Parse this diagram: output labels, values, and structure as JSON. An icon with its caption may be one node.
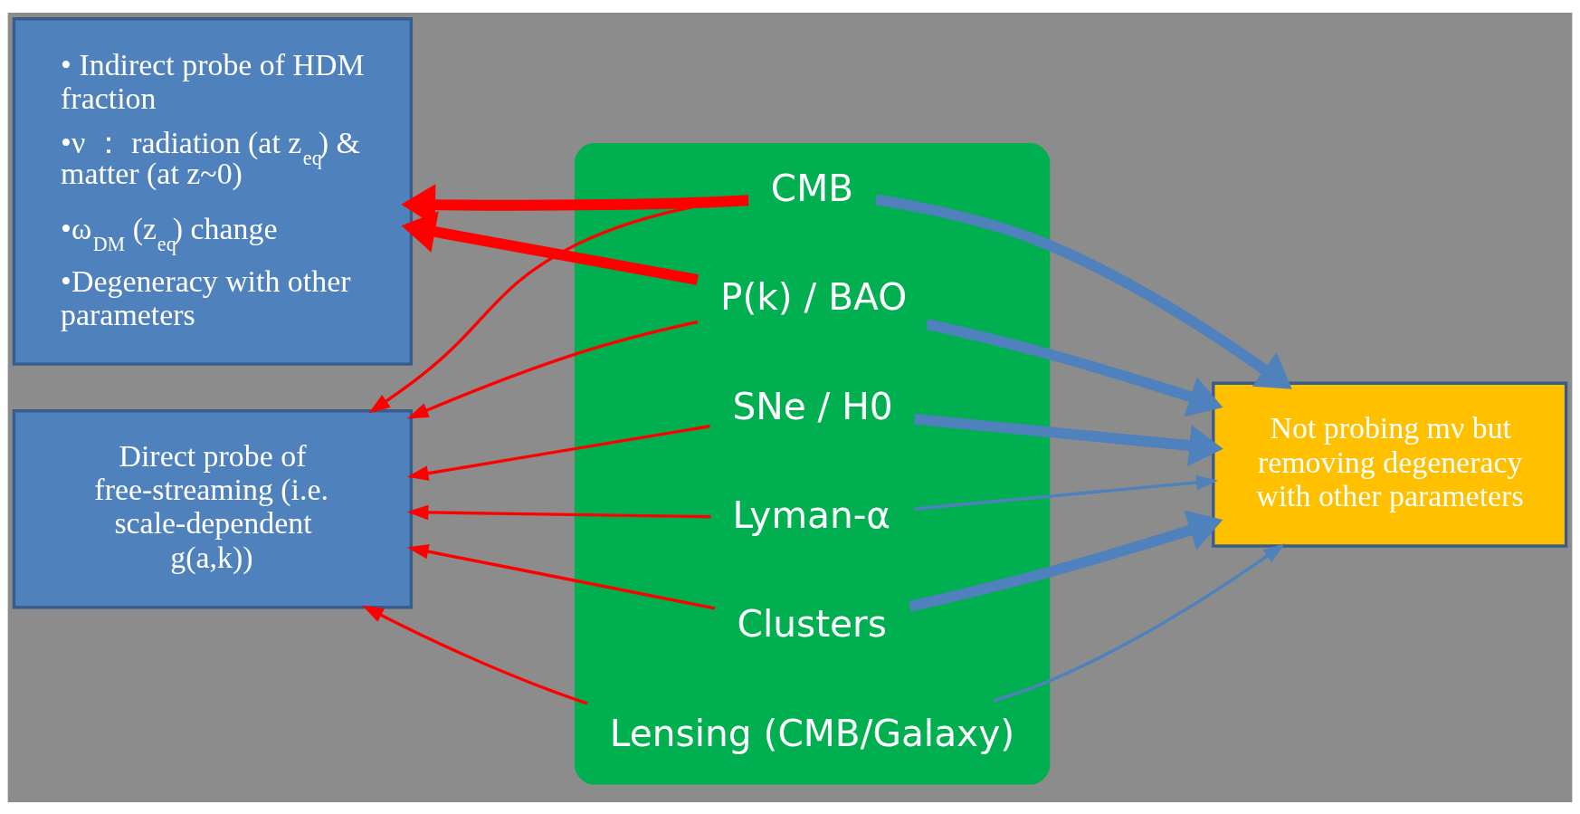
{
  "diagram": {
    "nodes": [
      {
        "text": [
          "• Indirect probe of HDM fraction",
          "•ν ： radiation (at z$_{eq}$) & matter (at z~0)",
          "•ω$_{DM}$ (z$_{eq}$) change",
          "•Degeneracy with other parameters"
        ]
      },
      {
        "text": [
          "Direct probe of free-streaming (i.e. scale-dependent g(a,k))"
        ]
      },
      {
        "text": [],
        "shape": "ellipse"
      },
      {
        "text": [
          "CMB"
        ],
        "in": 2
      },
      {
        "text": [
          "P(k) / BAO"
        ],
        "in": 2
      },
      {
        "text": [
          "SNe / H0"
        ],
        "in": 2
      },
      {
        "text": [
          "Lyman-α"
        ],
        "in": 2
      },
      {
        "text": [
          "Clusters"
        ],
        "in": 2
      },
      {
        "text": [
          "Lensing (CMB/Galaxy)"
        ],
        "in": 2
      },
      {
        "text": [
          "Not probing mν but removing degeneracy with other parameters"
        ]
      }
    ],
    "edges": [
      {
        "from": 3,
        "to": 0,
        "arrow": "to",
        "style": "thick"
      },
      {
        "from": 4,
        "to": 0,
        "arrow": "to",
        "style": "thick"
      },
      {
        "from": 3,
        "to": 1,
        "arrow": "to"
      },
      {
        "from": 4,
        "to": 1,
        "arrow": "to"
      },
      {
        "from": 5,
        "to": 1,
        "arrow": "to"
      },
      {
        "from": 6,
        "to": 1,
        "arrow": "to"
      },
      {
        "from": 7,
        "to": 1,
        "arrow": "to"
      },
      {
        "from": 8,
        "to": 1,
        "arrow": "to"
      },
      {
        "from": 3,
        "to": 9,
        "arrow": "to",
        "style": "thick",
        "color": "#4f81bd"
      },
      {
        "from": 4,
        "to": 9,
        "arrow": "to",
        "style": "thick",
        "color": "#4f81bd"
      },
      {
        "from": 5,
        "to": 9,
        "arrow": "to",
        "style": "thick",
        "color": "#4f81bd"
      },
      {
        "from": 6,
        "to": 9,
        "arrow": "to",
        "color": "#4f81bd"
      },
      {
        "from": 7,
        "to": 9,
        "arrow": "to",
        "style": "thick",
        "color": "#4f81bd"
      },
      {
        "from": 8,
        "to": 9,
        "arrow": "to",
        "color": "#4f81bd"
      }
    ]
  }
}
